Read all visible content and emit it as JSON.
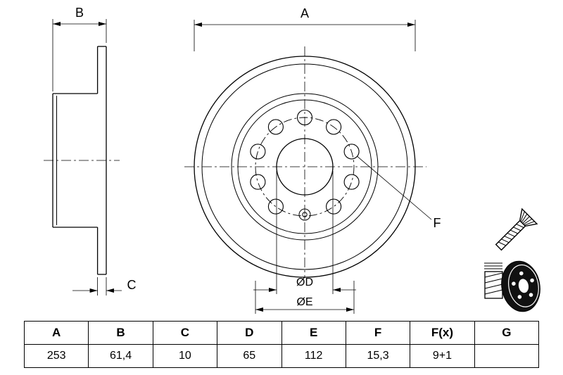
{
  "drawing": {
    "dimension_labels": {
      "a": "A",
      "b": "B",
      "c": "C",
      "d": "ØD",
      "e": "ØE",
      "f": "F"
    },
    "icons": {
      "screw": "screw-icon",
      "disc": "brake-disc-icon"
    },
    "colors": {
      "line": "#000000",
      "background": "#ffffff",
      "pictogram_dark": "#111111"
    }
  },
  "spec_table": {
    "headers": [
      "A",
      "B",
      "C",
      "D",
      "E",
      "F",
      "F(x)",
      "G"
    ],
    "values": [
      "253",
      "61,4",
      "10",
      "65",
      "112",
      "15,3",
      "9+1",
      ""
    ]
  }
}
